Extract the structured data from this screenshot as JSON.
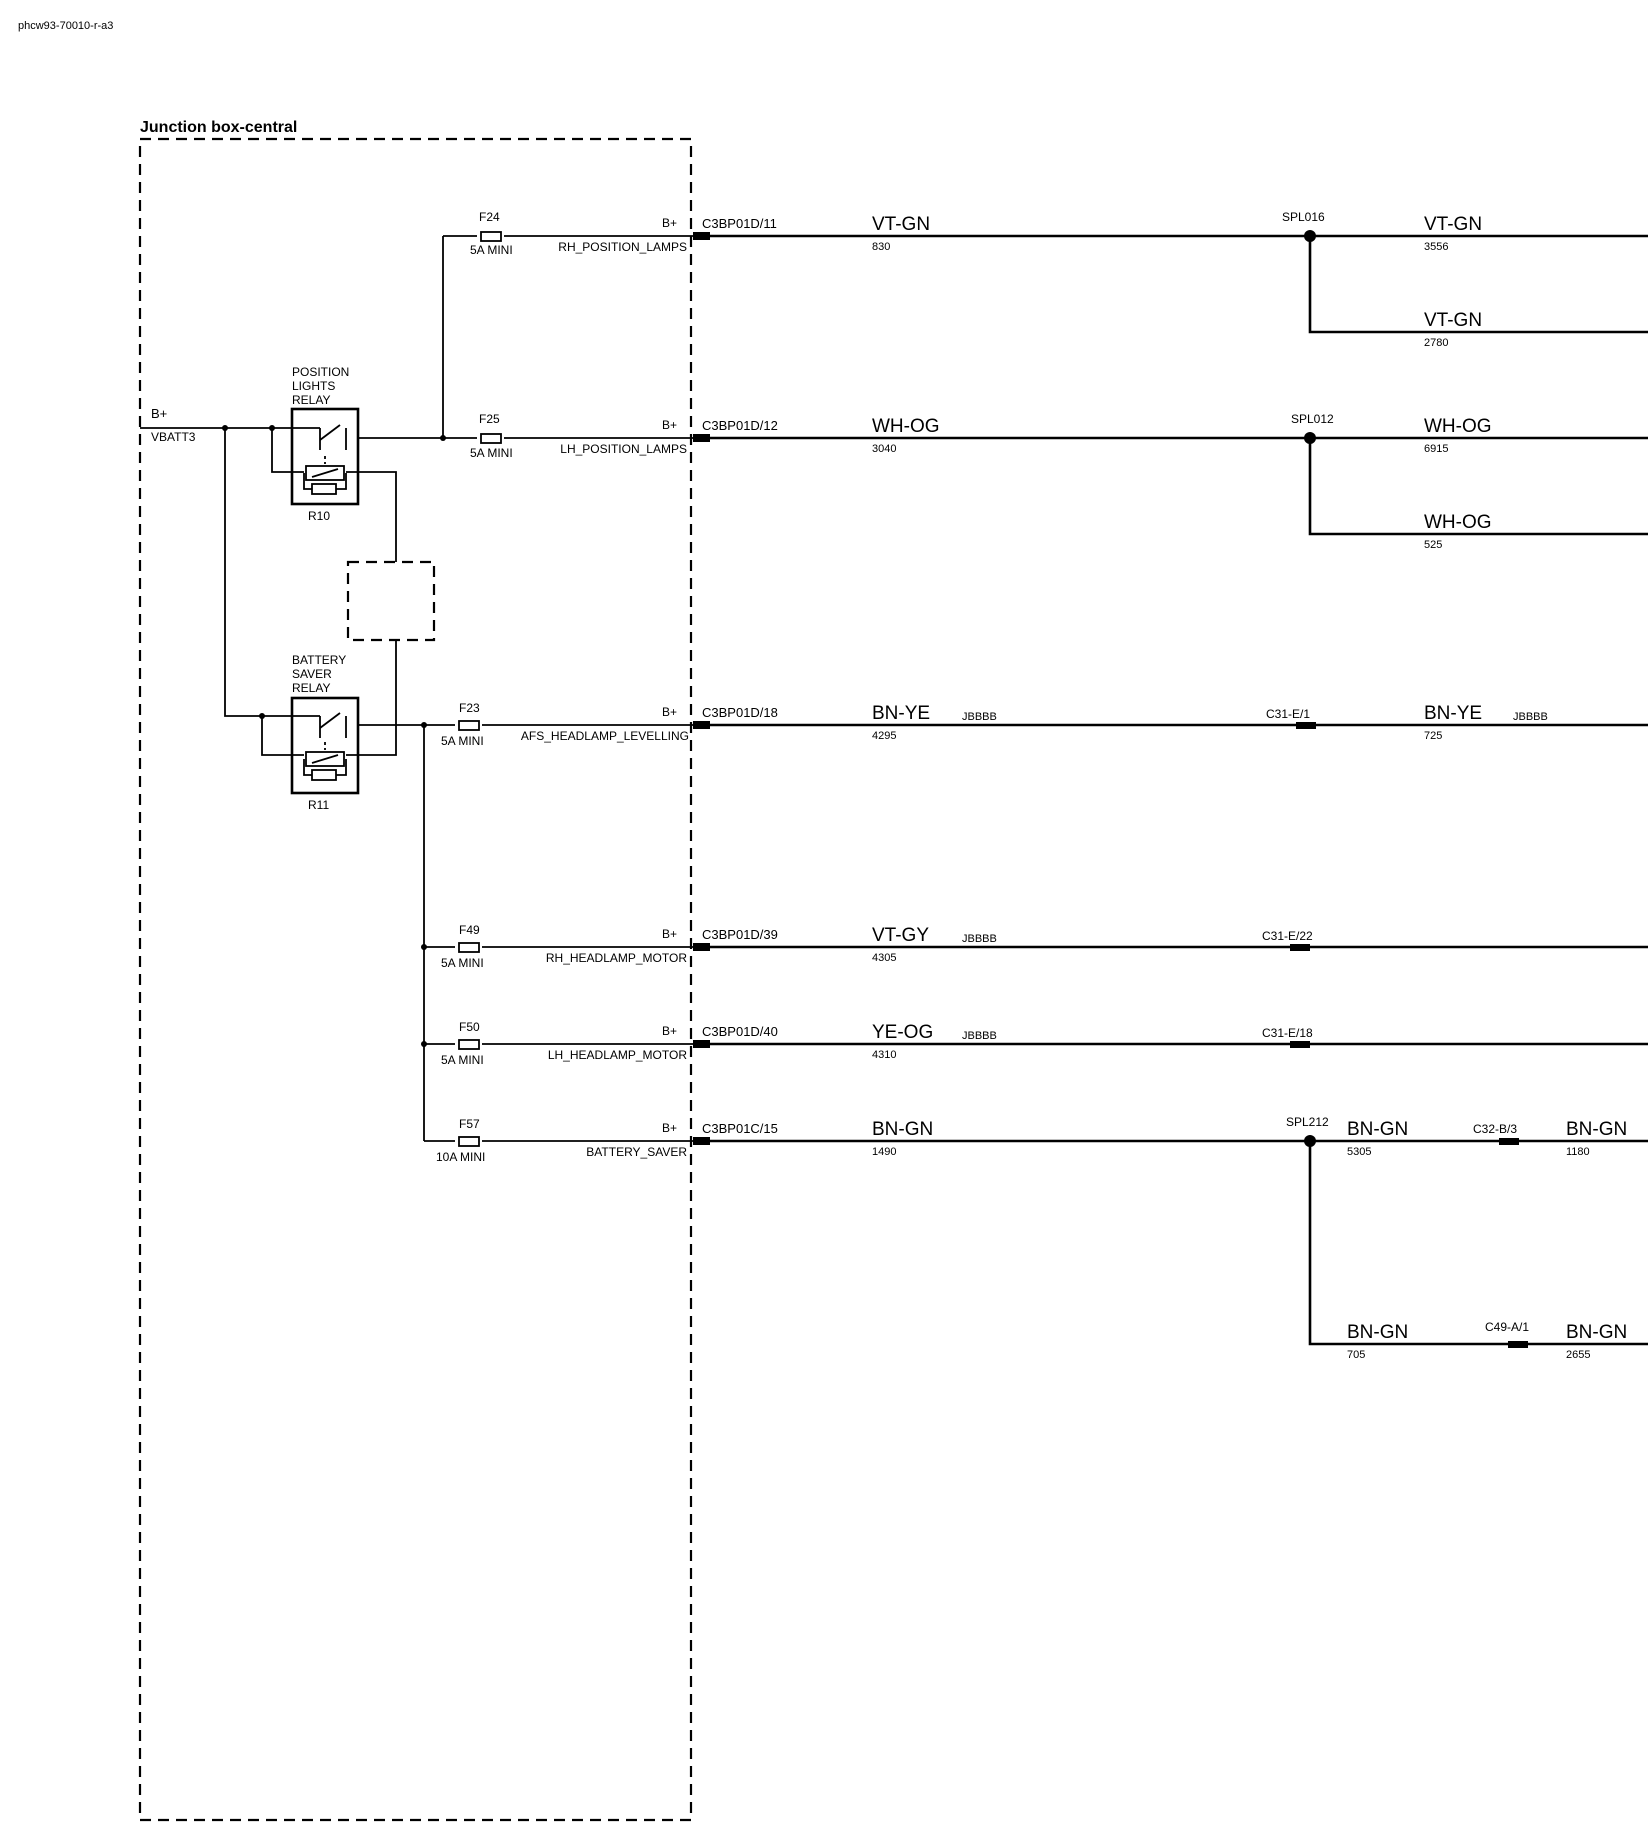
{
  "doc_id": "phcw93-70010-r-a3",
  "box_title": "Junction box-central",
  "supply": {
    "label": "B+",
    "net": "VBATT3"
  },
  "relays": [
    {
      "name_lines": [
        "POSITION",
        "LIGHTS",
        "RELAY"
      ],
      "ref": "R10"
    },
    {
      "name_lines": [
        "BATTERY",
        "SAVER",
        "RELAY"
      ],
      "ref": "R11"
    }
  ],
  "fuses": [
    {
      "id": "F24",
      "rating": "5A MINI"
    },
    {
      "id": "F25",
      "rating": "5A MINI"
    },
    {
      "id": "F23",
      "rating": "5A MINI"
    },
    {
      "id": "F49",
      "rating": "5A MINI"
    },
    {
      "id": "F50",
      "rating": "5A MINI"
    },
    {
      "id": "F57",
      "rating": "10A MINI"
    }
  ],
  "circuits": [
    {
      "bplus": "B+",
      "signal": "RH_POSITION_LAMPS",
      "pin": "C3BP01D/11",
      "color": "VT-GN",
      "wire": "830"
    },
    {
      "bplus": "B+",
      "signal": "LH_POSITION_LAMPS",
      "pin": "C3BP01D/12",
      "color": "WH-OG",
      "wire": "3040"
    },
    {
      "bplus": "B+",
      "signal": "AFS_HEADLAMP_LEVELLING",
      "pin": "C3BP01D/18",
      "color": "BN-YE",
      "wire": "4295",
      "tag": "JBBBB"
    },
    {
      "bplus": "B+",
      "signal": "RH_HEADLAMP_MOTOR",
      "pin": "C3BP01D/39",
      "color": "VT-GY",
      "wire": "4305",
      "tag": "JBBBB"
    },
    {
      "bplus": "B+",
      "signal": "LH_HEADLAMP_MOTOR",
      "pin": "C3BP01D/40",
      "color": "YE-OG",
      "wire": "4310",
      "tag": "JBBBB"
    },
    {
      "bplus": "B+",
      "signal": "BATTERY_SAVER",
      "pin": "C3BP01C/15",
      "color": "BN-GN",
      "wire": "1490"
    }
  ],
  "splices": [
    "SPL016",
    "SPL012",
    "SPL212"
  ],
  "connectors": [
    "C31-E/1",
    "C31-E/22",
    "C31-E/18",
    "C32-B/3",
    "C49-A/1"
  ],
  "right_wires": [
    {
      "color": "VT-GN",
      "wire": "3556"
    },
    {
      "color": "VT-GN",
      "wire": "2780"
    },
    {
      "color": "WH-OG",
      "wire": "6915"
    },
    {
      "color": "WH-OG",
      "wire": "525"
    },
    {
      "color": "BN-YE",
      "wire": "725",
      "tag": "JBBBB"
    },
    {
      "color": "BN-GN",
      "wire": "5305"
    },
    {
      "color": "BN-GN",
      "wire": "1180"
    },
    {
      "color": "BN-GN",
      "wire": "705"
    },
    {
      "color": "BN-GN",
      "wire": "2655"
    }
  ]
}
